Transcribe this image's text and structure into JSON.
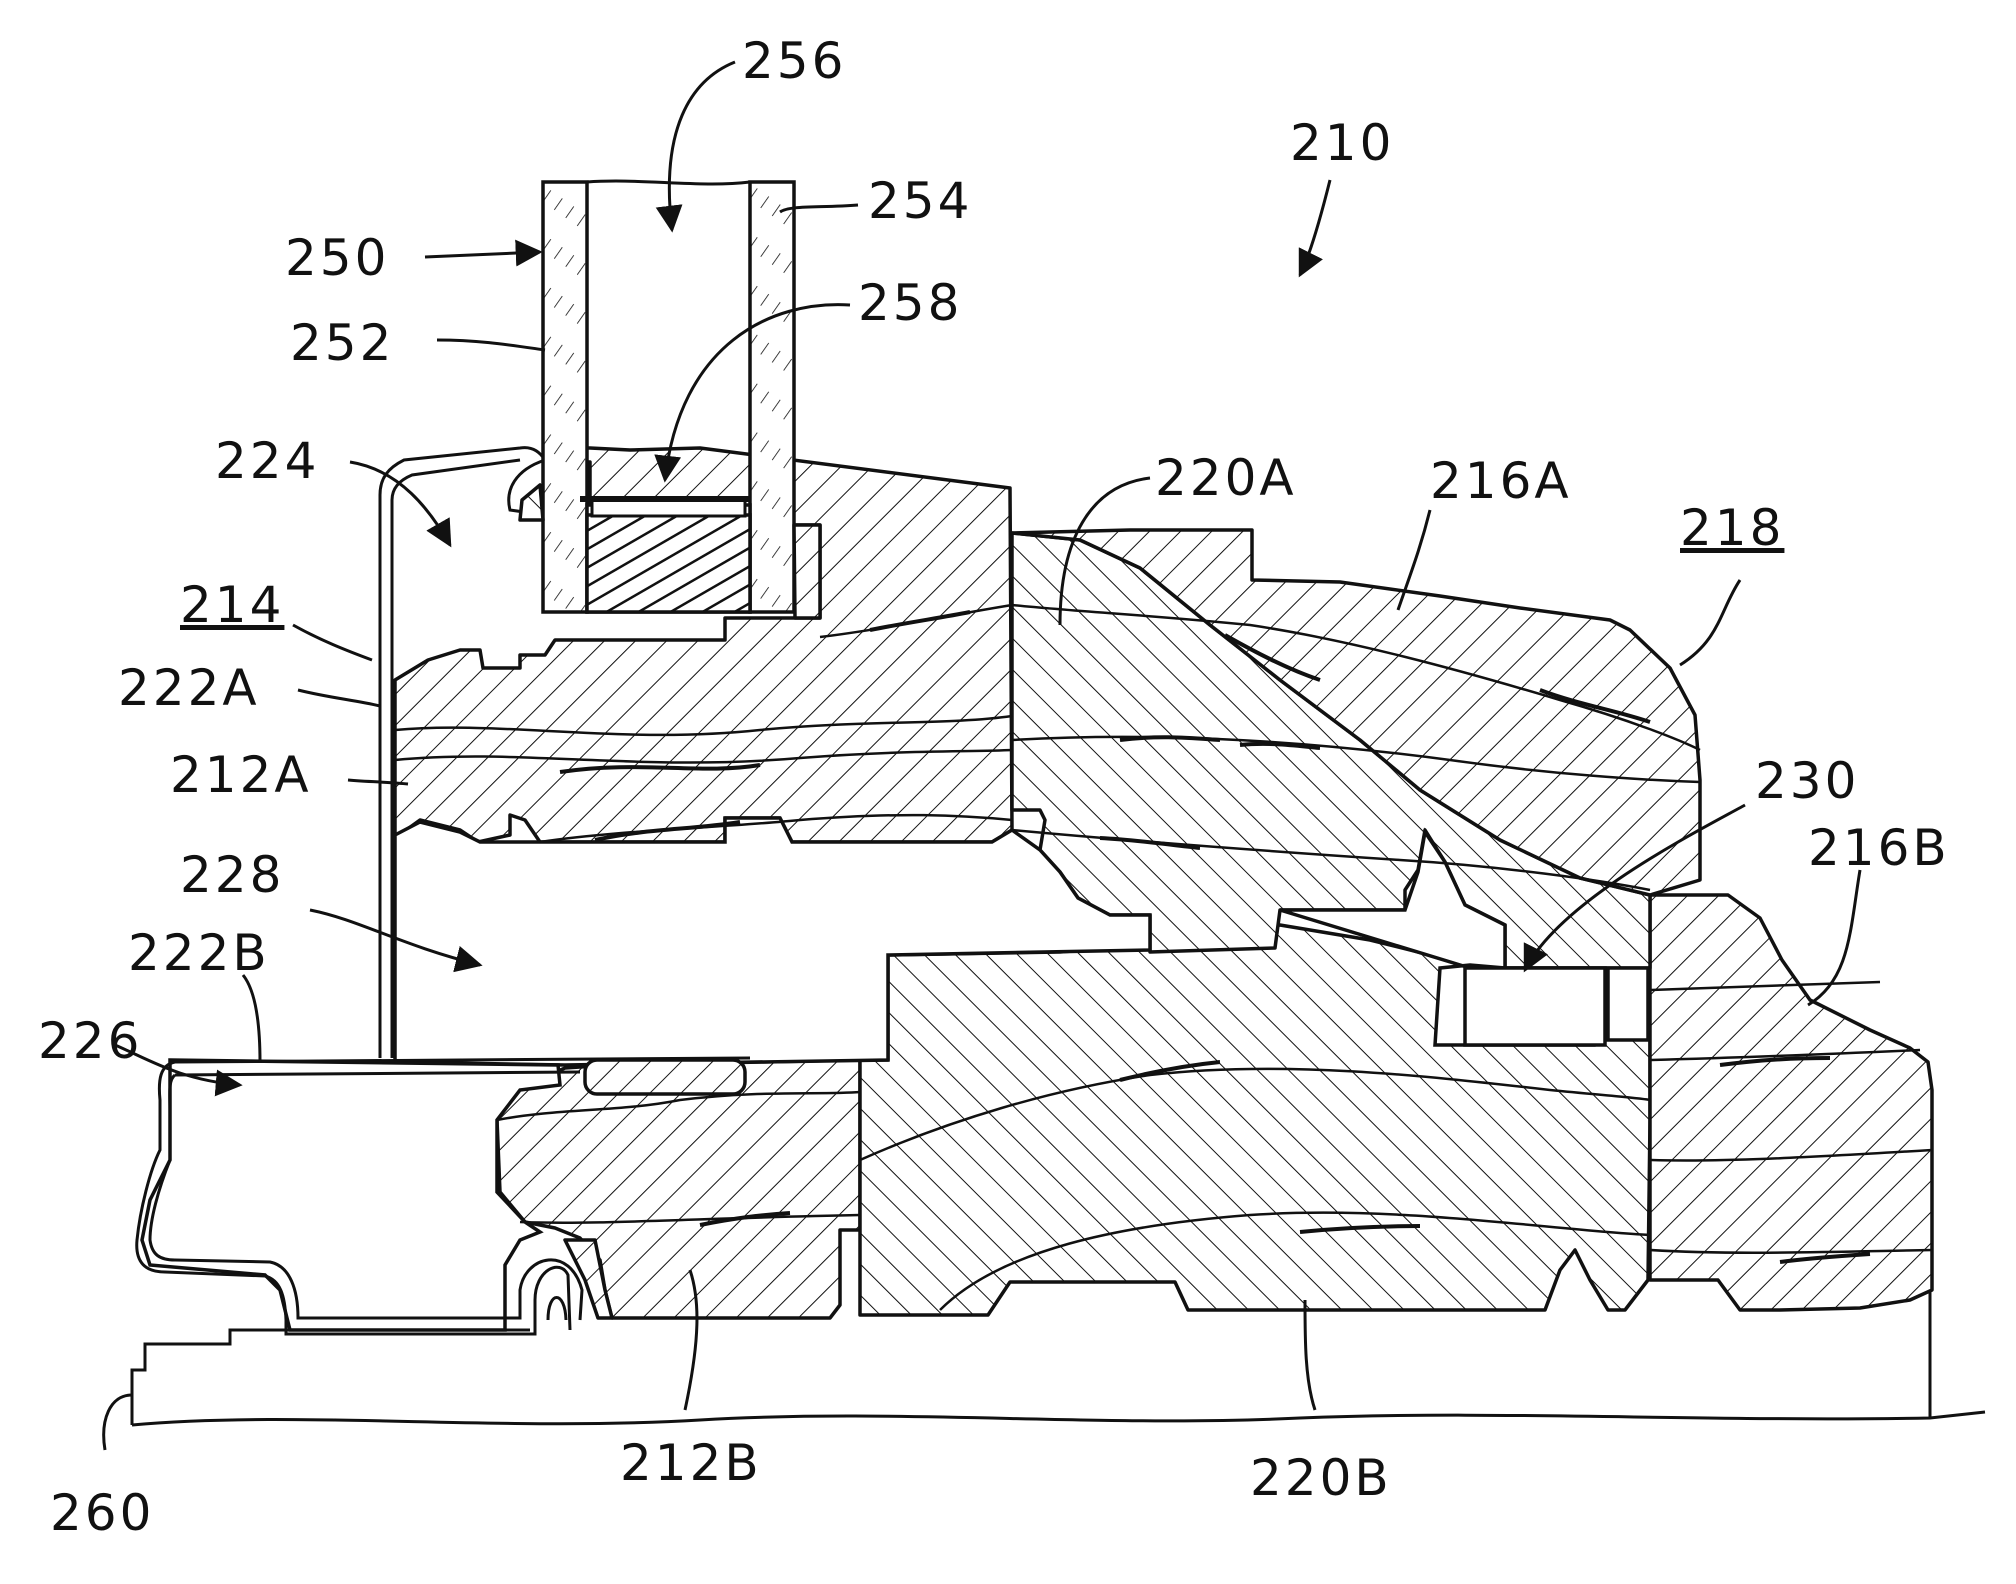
{
  "figure": {
    "labels": [
      {
        "id": "256",
        "text": "256"
      },
      {
        "id": "210",
        "text": "210"
      },
      {
        "id": "254",
        "text": "254"
      },
      {
        "id": "250",
        "text": "250"
      },
      {
        "id": "258",
        "text": "258"
      },
      {
        "id": "252",
        "text": "252"
      },
      {
        "id": "224",
        "text": "224"
      },
      {
        "id": "220A",
        "text": "220A"
      },
      {
        "id": "216A",
        "text": "216A"
      },
      {
        "id": "218",
        "text": "218"
      },
      {
        "id": "214",
        "text": "214"
      },
      {
        "id": "222A",
        "text": "222A"
      },
      {
        "id": "212A",
        "text": "212A"
      },
      {
        "id": "230",
        "text": "230"
      },
      {
        "id": "216B",
        "text": "216B"
      },
      {
        "id": "228",
        "text": "228"
      },
      {
        "id": "222B",
        "text": "222B"
      },
      {
        "id": "226",
        "text": "226"
      },
      {
        "id": "212B",
        "text": "212B"
      },
      {
        "id": "220B",
        "text": "220B"
      },
      {
        "id": "260",
        "text": "260"
      }
    ]
  }
}
